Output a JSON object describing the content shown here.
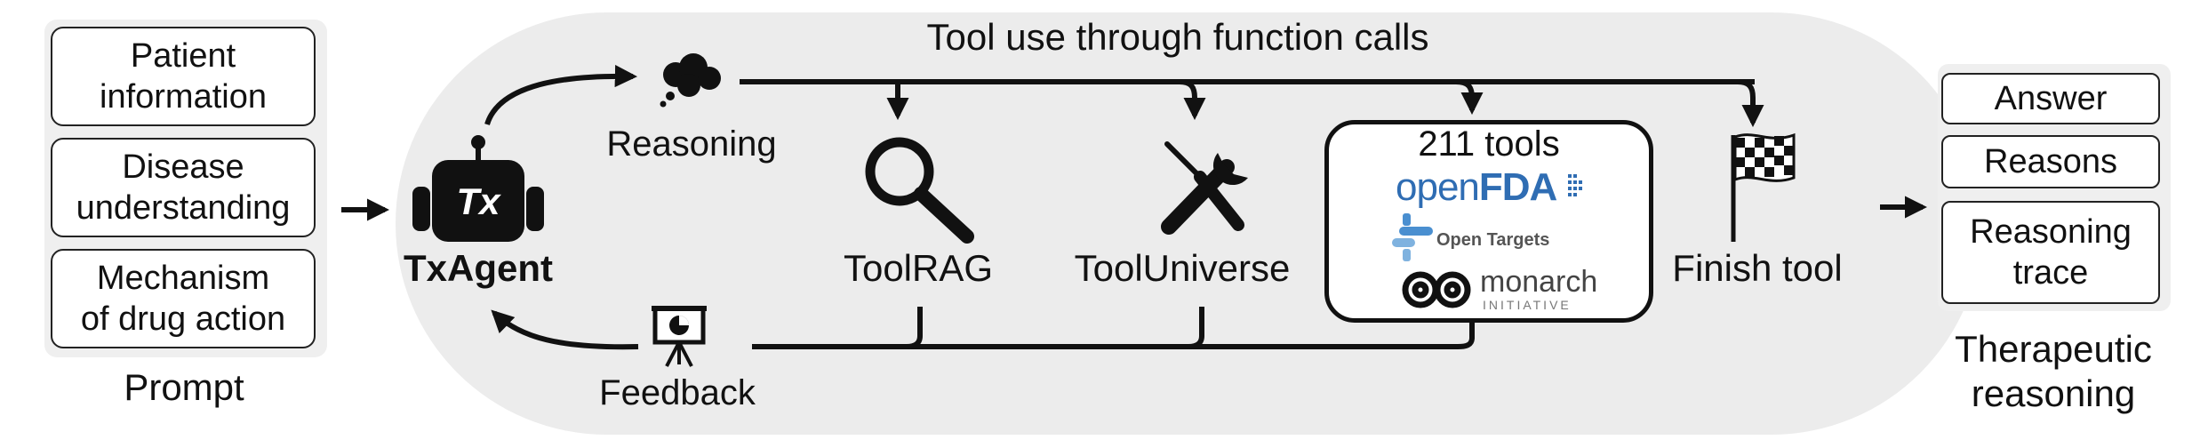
{
  "prompt": {
    "items": [
      "Patient information",
      "Disease understanding",
      "Mechanism of drug action"
    ],
    "item_lines": [
      [
        "Patient",
        "information"
      ],
      [
        "Disease",
        "understanding"
      ],
      [
        "Mechanism",
        "of drug action"
      ]
    ],
    "label": "Prompt"
  },
  "agent": {
    "logo_text": "Tx",
    "name": "TxAgent"
  },
  "loop": {
    "title": "Tool use through function calls",
    "reasoning_label": "Reasoning",
    "feedback_label": "Feedback",
    "toolrag_label": "ToolRAG",
    "tooluniverse_label": "ToolUniverse",
    "finish_label": "Finish tool"
  },
  "tools_box": {
    "count_label": "211 tools",
    "openfda_open": "open",
    "openfda_fda": "FDA",
    "opentargets_label": "Open Targets",
    "monarch_label": "monarch",
    "monarch_sub": "INITIATIVE"
  },
  "output": {
    "items": [
      "Answer",
      "Reasons",
      "Reasoning trace"
    ],
    "trace_lines": [
      "Reasoning",
      "trace"
    ],
    "label_lines": [
      "Therapeutic",
      "reasoning"
    ]
  },
  "colors": {
    "openfda_blue": "#2f6db3",
    "opentargets_blue": "#4a8fd0",
    "panel_gray": "#efefef",
    "loop_gray": "#ececec"
  },
  "icons": [
    "thought-bubble-icon",
    "magnifier-icon",
    "wrench-screwdriver-icon",
    "checkered-flag-icon",
    "presentation-board-icon",
    "txagent-robot-icon",
    "monarch-infinity-icon"
  ]
}
